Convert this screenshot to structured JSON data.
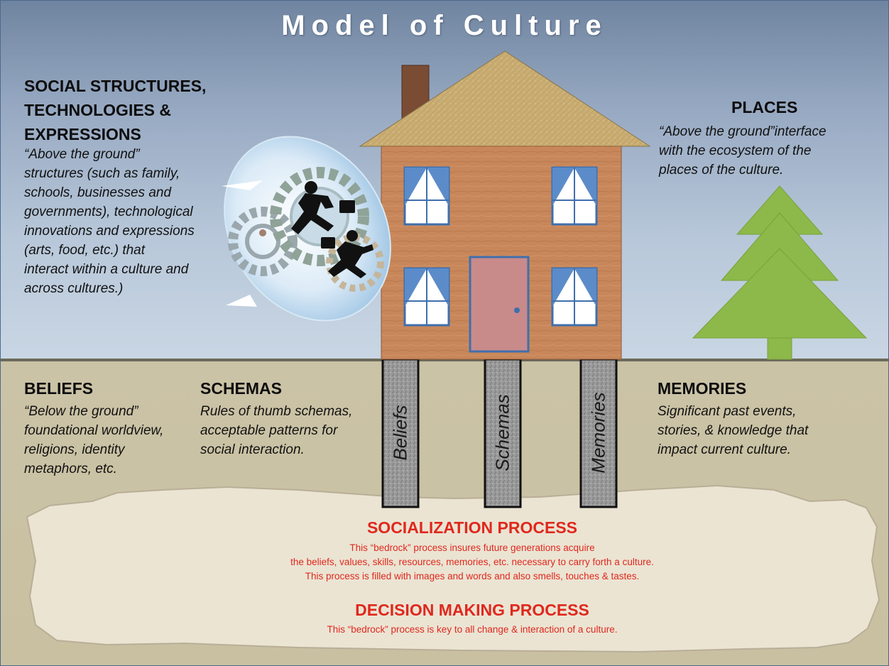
{
  "title": "Model of Culture",
  "social": {
    "heading_lines": [
      "SOCIAL STRUCTURES,",
      "TECHNOLOGIES &",
      "EXPRESSIONS"
    ],
    "body_lines": [
      "“Above the ground”",
      "structures (such as family,",
      "schools, businesses and",
      "governments), technological",
      "innovations and expressions",
      "(arts, food, etc.)  that",
      "interact within a culture and",
      "across cultures.)"
    ]
  },
  "places": {
    "heading": "PLACES",
    "body_lines": [
      "“Above the ground”interface",
      "with the ecosystem of the",
      "places of the culture."
    ]
  },
  "beliefs": {
    "heading": "BELIEFS",
    "body_lines": [
      "“Below the ground”",
      "foundational worldview,",
      "religions, identity",
      "metaphors, etc."
    ]
  },
  "schemas": {
    "heading": "SCHEMAS",
    "body_lines": [
      "Rules of thumb schemas,",
      "acceptable patterns for",
      "social interaction."
    ]
  },
  "memories": {
    "heading": "MEMORIES",
    "body_lines": [
      "Significant past events,",
      "stories, & knowledge that",
      "impact current culture."
    ]
  },
  "pillars": [
    "Beliefs",
    "Schemas",
    "Memories"
  ],
  "socialization": {
    "heading": "SOCIALIZATION PROCESS",
    "lines": [
      "This “bedrock” process  insures future generations acquire",
      "the beliefs, values, skills, resources, memories, etc. necessary to carry forth a culture.",
      "This process is filled with images and words and also smells, touches & tastes."
    ]
  },
  "decision": {
    "heading": "DECISION MAKING PROCESS",
    "lines": [
      "This “bedrock” process is key to all change & interaction of a culture."
    ]
  },
  "colors": {
    "accent_red": "#e0281d",
    "tree_green": "#8db84a",
    "house_wood": "#c8875a",
    "roof": "#c9ad73",
    "window_blue": "#5b8cc9",
    "door": "#c98a8a",
    "bedrock": "#ebe4d3"
  }
}
